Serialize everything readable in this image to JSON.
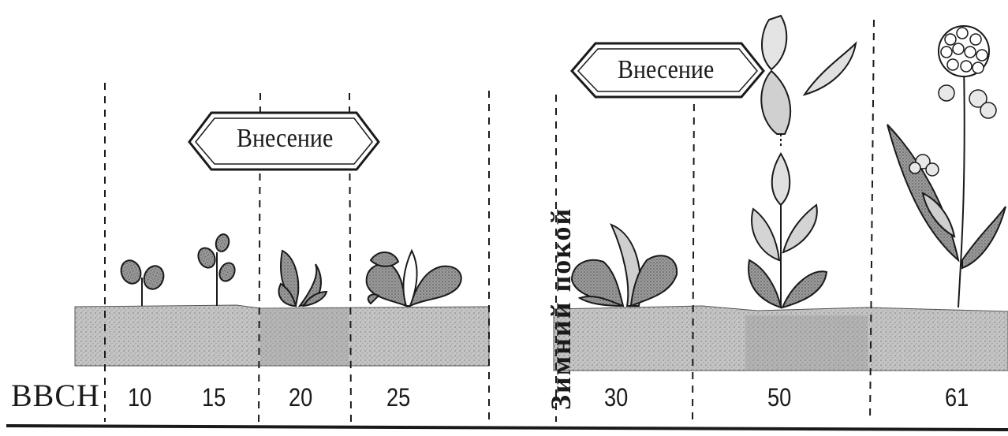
{
  "axis_title": "BBCH",
  "stages": [
    "10",
    "15",
    "20",
    "25",
    "30",
    "50",
    "61"
  ],
  "application_label": "Внесение",
  "winter_label": "Зимний покой",
  "colors": {
    "ink": "#1a1a1a",
    "soil": "#bdbdbd"
  }
}
